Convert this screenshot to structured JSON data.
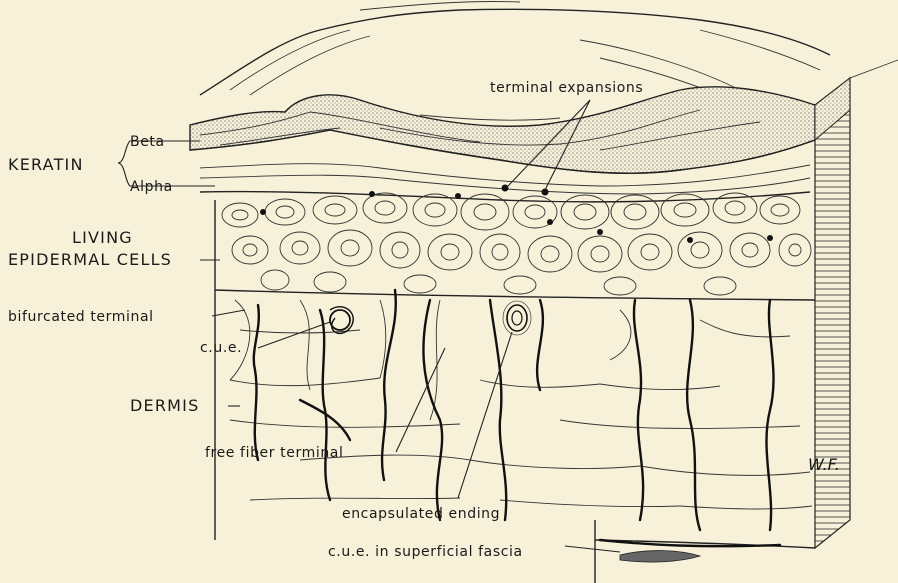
{
  "labels": {
    "keratin": "KERATIN",
    "beta": "Beta",
    "alpha": "Alpha",
    "living_line1": "LIVING",
    "living_line2": "EPIDERMAL CELLS",
    "bifurcated_terminal": "bifurcated terminal",
    "cue": "c.u.e.",
    "dermis": "DERMIS",
    "free_fiber_terminal": "free fiber terminal",
    "encapsulated_ending": "encapsulated ending",
    "terminal_expansions": "terminal expansions",
    "cue_superficial_fascia": "c.u.e. in superficial fascia",
    "signature": "W.F."
  },
  "colors": {
    "background": "#f6f1d8",
    "ink": "#222222",
    "stipple": "#9a9a9a"
  }
}
